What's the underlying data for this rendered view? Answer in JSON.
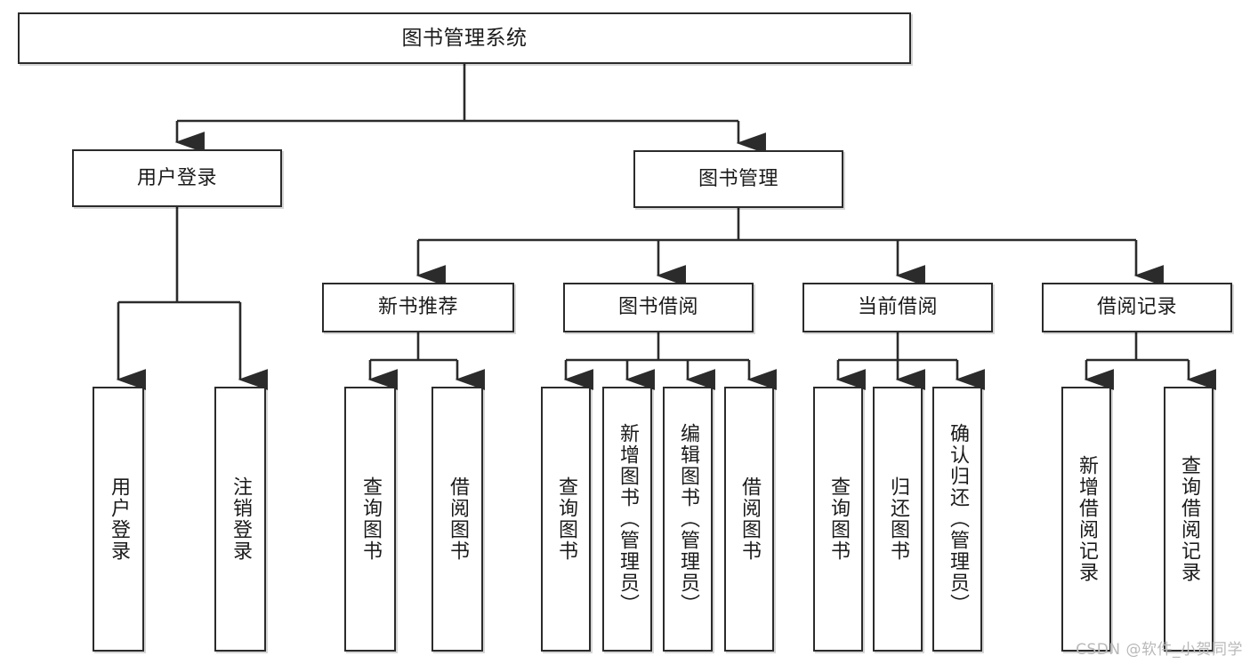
{
  "diagram": {
    "title": "图书管理系统",
    "type": "tree-hierarchy-chart",
    "root": {
      "id": "root",
      "label": "图书管理系统"
    },
    "level2": [
      {
        "id": "user-login",
        "label": "用户登录"
      },
      {
        "id": "book-management",
        "label": "图书管理"
      }
    ],
    "level3": [
      {
        "id": "new-book-recommend",
        "label": "新书推荐"
      },
      {
        "id": "book-borrow",
        "label": "图书借阅"
      },
      {
        "id": "current-borrow",
        "label": "当前借阅"
      },
      {
        "id": "borrow-record",
        "label": "借阅记录"
      }
    ],
    "leaves": {
      "user_login": [
        {
          "id": "leaf-user-login",
          "label": "用户登录"
        },
        {
          "id": "leaf-logout-login",
          "label": "注销登录"
        }
      ],
      "new_book_recommend": [
        {
          "id": "leaf-query-book-1",
          "label": "查询图书"
        },
        {
          "id": "leaf-borrow-book-1",
          "label": "借阅图书"
        }
      ],
      "book_borrow": [
        {
          "id": "leaf-query-book-2",
          "label": "查询图书"
        },
        {
          "id": "leaf-add-book",
          "label": "新增图书（管理员）"
        },
        {
          "id": "leaf-edit-book",
          "label": "编辑图书（管理员）"
        },
        {
          "id": "leaf-borrow-book-2",
          "label": "借阅图书"
        }
      ],
      "current_borrow": [
        {
          "id": "leaf-query-book-3",
          "label": "查询图书"
        },
        {
          "id": "leaf-return-book",
          "label": "归还图书"
        },
        {
          "id": "leaf-confirm-return",
          "label": "确认归还（管理员）"
        }
      ],
      "borrow_record": [
        {
          "id": "leaf-add-record",
          "label": "新增借阅记录"
        },
        {
          "id": "leaf-query-record",
          "label": "查询借阅记录"
        }
      ]
    }
  },
  "watermark": {
    "text": "CSDN @软件_小贺同学"
  },
  "colors": {
    "stroke": "#2b2b2b",
    "fill": "#ffffff",
    "text": "#1b1b1b",
    "watermark": "#b9b9b9"
  }
}
